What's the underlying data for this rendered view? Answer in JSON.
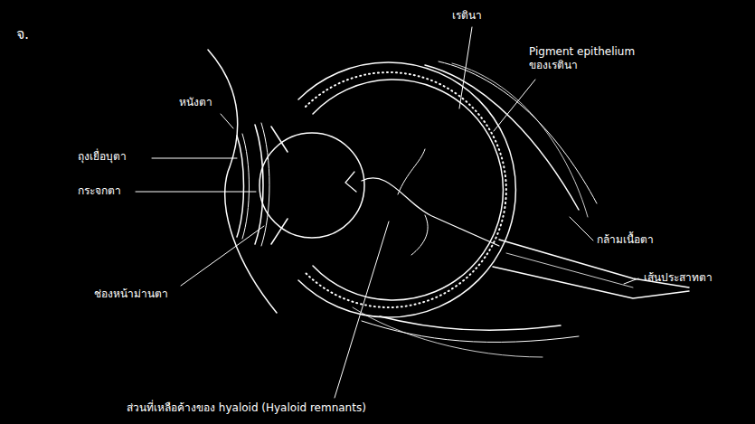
{
  "diagram": {
    "labels": [
      "จ.",
      "เรตินา",
      "Pigment epithelium ของเรตินา",
      "หนังตา",
      "ถุงเยื่อบุตา",
      "กระจกตา",
      "กล้ามเนื้อตา",
      "เส้นประสาทตา",
      "ช่องหน้าม่านตา",
      "ส่วนที่เหลือค้างของ hyaloid (Hyaloid remnants)"
    ]
  }
}
